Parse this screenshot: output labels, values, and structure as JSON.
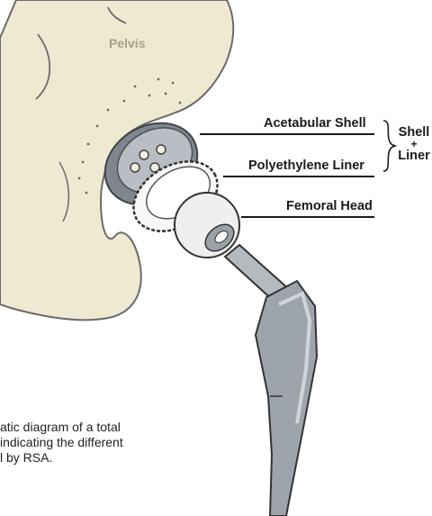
{
  "labels": {
    "pelvis": "Pelvis",
    "acetabular_shell": "Acetabular Shell",
    "polyethylene_liner": "Polyethylene Liner",
    "femoral_head": "Femoral Head",
    "group_shell": "Shell",
    "group_plus": "+",
    "group_liner": "Liner"
  },
  "caption": {
    "line1": "atic diagram of a total",
    "line2": "indicating the different",
    "line3": "l by RSA."
  },
  "colors": {
    "bone_fill": "#f0e9d2",
    "bone_outline": "#6b6b6b",
    "metal_dark": "#8c939b",
    "metal_light": "#c7ccd2",
    "liner_white": "#f7f7f7",
    "label_text": "#1a1a1a",
    "pelvis_label": "#a89f86"
  }
}
